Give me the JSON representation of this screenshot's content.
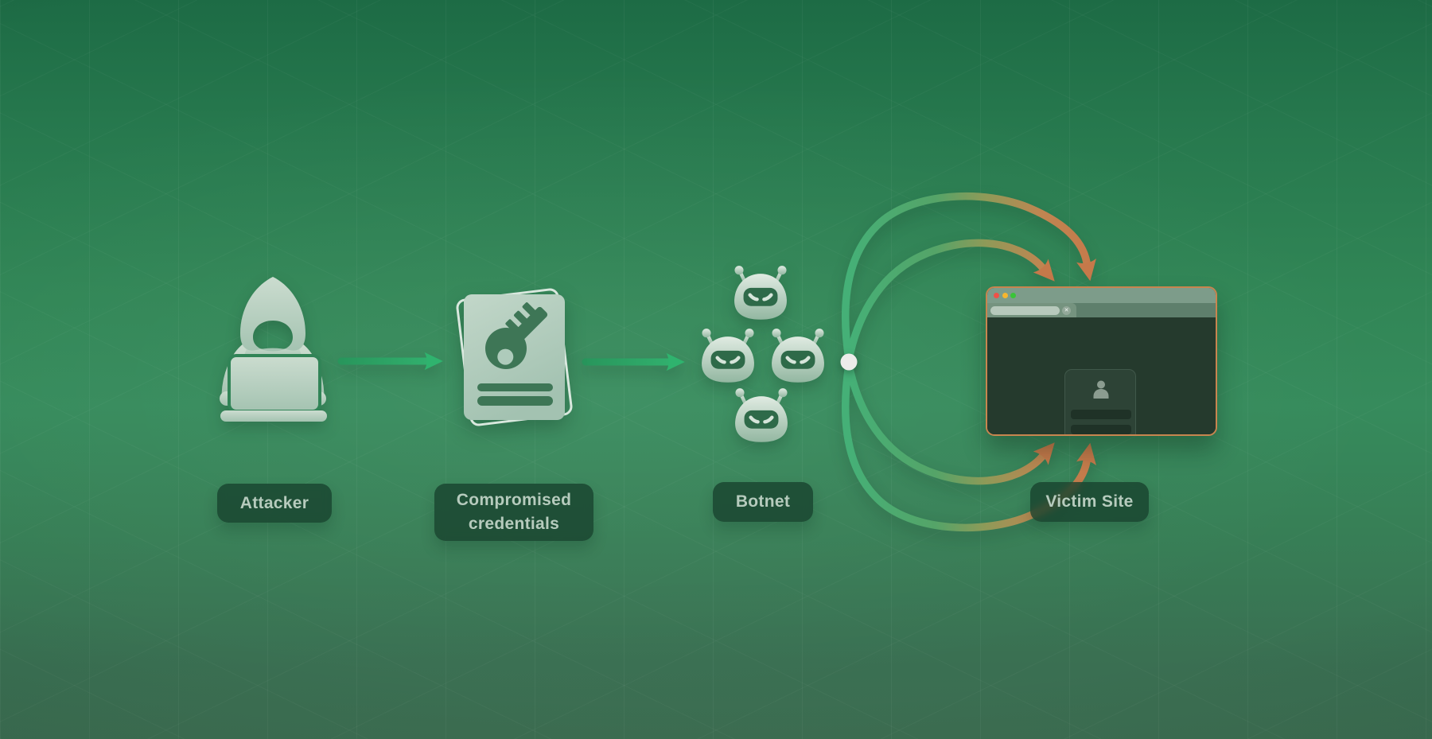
{
  "scene": {
    "description": "Credential stuffing attack flow diagram",
    "nodes": [
      {
        "id": "attacker",
        "label": "Attacker",
        "icon": "hooded-hacker-laptop-icon"
      },
      {
        "id": "credentials",
        "label": "Compromised credentials",
        "label_lines": [
          "Compromised",
          "credentials"
        ],
        "icon": "key-card-icon"
      },
      {
        "id": "botnet",
        "label": "Botnet",
        "icon": "robot-icon",
        "bot_count": 4
      },
      {
        "id": "victim",
        "label": "Victim Site",
        "icon": "browser-window-mockup"
      }
    ],
    "connections": [
      {
        "from": "attacker",
        "to": "credentials",
        "style": "straight-green-arrow"
      },
      {
        "from": "credentials",
        "to": "botnet",
        "style": "straight-green-arrow"
      },
      {
        "from": "botnet",
        "to": "victim",
        "style": "curved-green-to-orange-arrows",
        "count": 4
      }
    ]
  },
  "browser": {
    "traffic_lights": [
      "#ef5148",
      "#f6b62f",
      "#3ac439"
    ],
    "close_icon": "✕"
  },
  "colors": {
    "background_top": "#1d6b45",
    "background_mid": "#368b5c",
    "background_bottom": "#3d6e52",
    "icon_fill": "#c2d6c8",
    "icon_cutout": "#3e7656",
    "label_bg": "rgba(21,61,43,0.75)",
    "label_text": "#b6cbbd",
    "arrow_green": "#2fb36e",
    "arrow_orange": "#c5794a",
    "window_border": "#c8854f",
    "aggregation_dot": "#ececea"
  }
}
